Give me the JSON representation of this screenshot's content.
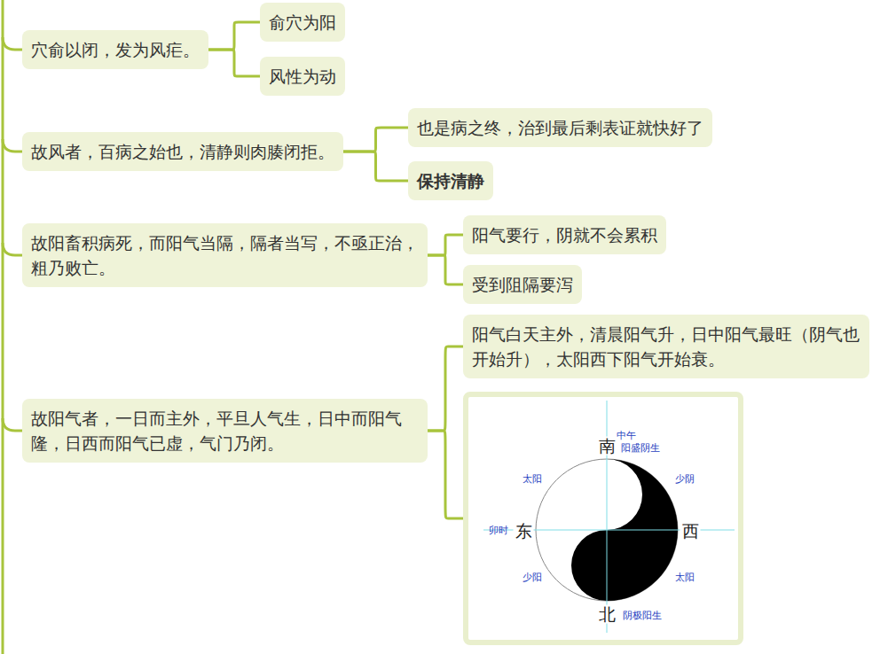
{
  "diagram": {
    "nodes": [
      {
        "text": [
          "穴俞以闭，发为风疟。"
        ]
      },
      {
        "text": [
          "俞穴为阳"
        ]
      },
      {
        "text": [
          "风性为动"
        ]
      },
      {
        "text": [
          "故风者，百病之始也，清静则肉腠闭拒。"
        ]
      },
      {
        "text": [
          "也是病之终，治到最后剩表证就快好了"
        ]
      },
      {
        "text": [
          "保持清静"
        ]
      },
      {
        "text": [
          "故阳畜积病死，而阳气当隔，隔者当写，不亟正治，粗乃败亡。"
        ]
      },
      {
        "text": [
          "阳气要行，阴就不会累积"
        ]
      },
      {
        "text": [
          "受到阻隔要泻"
        ]
      },
      {
        "text": [
          "故阳气者，一日而主外，平旦人气生，日中而阳气隆，日西而阳气已虚，气门乃闭。"
        ]
      },
      {
        "text": [
          "阳气白天主外，清晨阳气升，日中阳气最旺（阴气也开始升），太阳西下阳气开始衰。"
        ]
      },
      {
        "text": [
          "南",
          "中午",
          "阳盛阴生",
          "太阳",
          "少阴",
          "卯时",
          "东",
          "西",
          "少阳",
          "太阳",
          "北",
          "阴极阳生"
        ]
      }
    ],
    "edges": [
      {
        "from": 0,
        "to": 1,
        "arrow": "none"
      },
      {
        "from": 0,
        "to": 2,
        "arrow": "none"
      },
      {
        "from": 3,
        "to": 4,
        "arrow": "none"
      },
      {
        "from": 3,
        "to": 5,
        "arrow": "none"
      },
      {
        "from": 6,
        "to": 7,
        "arrow": "none"
      },
      {
        "from": 6,
        "to": 8,
        "arrow": "none"
      },
      {
        "from": 9,
        "to": 10,
        "arrow": "none"
      },
      {
        "from": 9,
        "to": 11,
        "arrow": "none"
      }
    ]
  }
}
